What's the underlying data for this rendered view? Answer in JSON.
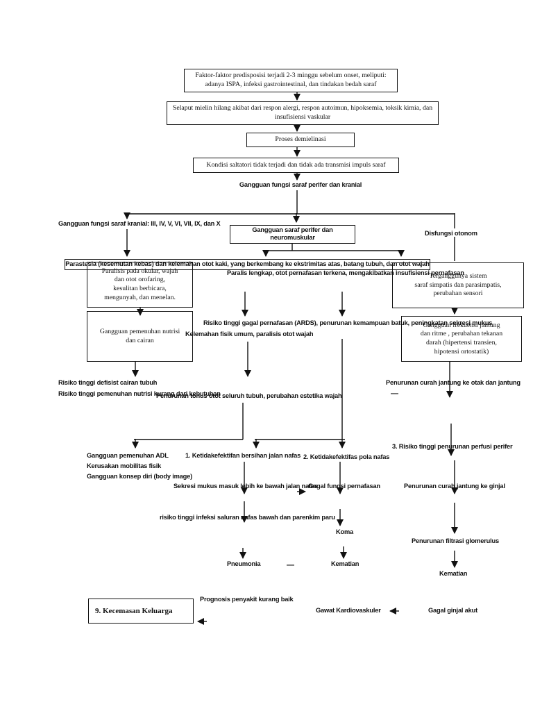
{
  "page": {
    "background": "#ffffff",
    "line_color": "#111111",
    "text_color": "#111111"
  },
  "nodes": {
    "faktor": "Faktor-faktor predisposisi terjadi 2-3 minggu sebelum onset, meliputi: adanya ISPA, infeksi gastrointestinal, dan tindakan bedah saraf",
    "selaput": "Selaput mielin hilang akibat dari respon alergi, respon autoimun, hipoksemia, toksik kimia, dan insufisiensi vaskular",
    "proses": "Proses demielinasi",
    "kondisi": "Kondisi saltatori tidak terjadi dan tidak ada transmisi impuls saraf",
    "gangguan_fungsi_perifer_kranial": "Gangguan fungsi saraf perifer dan kranial",
    "gangguan_kranial": "Gangguan fungsi saraf kranial: III, IV, V, VI, VII, IX, dan X",
    "gangguan_perifer_neuromuskular": "Gangguan saraf perifer dan neuromuskular",
    "disfungsi_otonom": "Disfungsi otonom",
    "parastesia": "Parastesia (kesemutan kebas) dan kelemahan otot kaki, yang berkembang ke ekstrimitas atas, batang tubuh, dan otot wajah",
    "paralisis_okular": "Paralisis pada okular, wajah\ndan otot orofaring,\nkesulitan berbicara,\nmengunyah, dan menelan.",
    "paralis_lengkap": "Paralis lengkap, otot pernafasan terkena, mengakibatkan insufisiensi pernafasan",
    "terganggu_simpatis": "Terganggunya sistem\nsaraf simpatis dan parasimpatis,\nperubahan sensori",
    "gangguan_nutrisi_cairan": "Gangguan pemenuhan nutrisi\ndan cairan",
    "risiko_ards": "Risiko tinggi gagal pernafasan (ARDS), penurunan kemampuan batuk, peningkatan sekresi mukus",
    "kelemahan_fisik": "Kelemahan fisik umum, paralisis otot wajah",
    "gangguan_frekuensi_jantung": "Gangguan frekuensi jantung\ndan ritme , perubahan tekanan\ndarah (hipertensi transien,\nhipotensi ortostatik)",
    "risiko_defisit_cairan": "Risiko tinggi defisist cairan tubuh",
    "risiko_nutrisi_kurang": "Risiko tinggi pemenuhan nutrisi kurang dari kebutuhan",
    "penurunan_tonus": "Penurunan tonus otot seluruh tubuh, perubahan estetika wajah",
    "penurunan_curah_otak": "Penurunan curah jantung ke otak dan jantung",
    "dash_curah": "—",
    "gangguan_adl": "Gangguan pemenuhan ADL",
    "kerusakan_mobilitas": "Kerusakan mobilitas fisik",
    "gangguan_konsep_diri": "Gangguan konsep diri (body image)",
    "ketidakefektifan_bersihan": "1. Ketidakefektifan bersihan jalan nafas",
    "ketidakefektifan_pola": "2. Ketidakefektifas pola nafas",
    "risiko_perfusi": "3. Risiko tinggi penurunan perfusi perifer",
    "sekresi_mukus": "Sekresi mukus masuk lebih ke bawah jalan nafas",
    "gagal_pernafasan": "Gagal fungsi pernafasan",
    "penurunan_curah_ginjal": "Penurunan curah jantung ke ginjal",
    "risiko_infeksi": "risiko tinggi infeksi saluran nafas bawah dan parenkim paru",
    "koma": "Koma",
    "penurunan_filtrasi": "Penurunan filtrasi glomerulus",
    "pneumonia": "Pneumonia",
    "dash_pneumonia": "—",
    "kematian_tengah": "Kematian",
    "kematian_kanan": "Kematian",
    "kecemasan_keluarga": "9. Kecemasan Keluarga",
    "prognosis": "Prognosis penyakit kurang baik",
    "gawat_kardiovaskuler": "Gawat Kardiovaskuler",
    "gagal_ginjal": "Gagal ginjal akut"
  }
}
